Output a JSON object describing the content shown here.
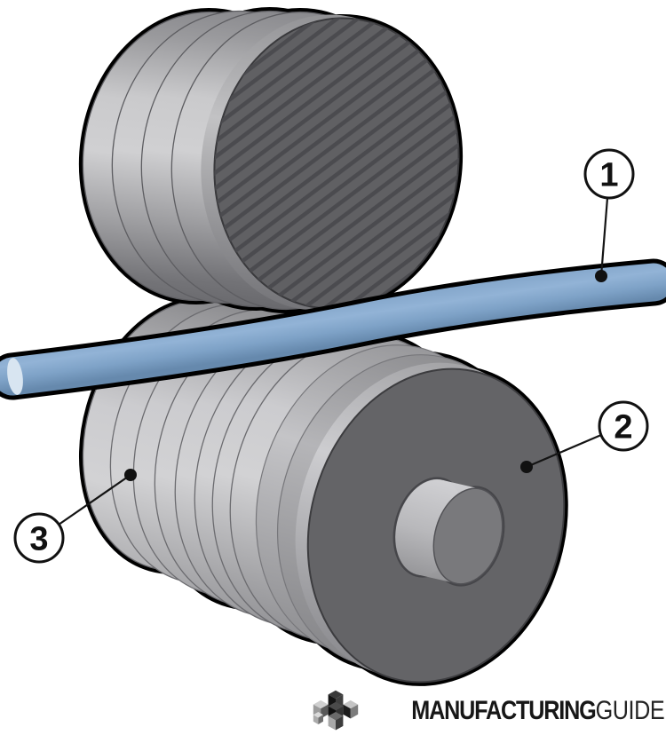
{
  "figure": {
    "type": "technical-illustration",
    "subject": "two grooved rolls with round workpiece passing between them"
  },
  "callouts": [
    {
      "label": "1"
    },
    {
      "label": "2"
    },
    {
      "label": "3"
    }
  ],
  "logo": {
    "brand_primary": "MANUFACTURING",
    "brand_secondary": "GUIDE",
    "icon": "cubes-logo-icon"
  },
  "colors": {
    "workpiece_blue": "#7ca2c8",
    "workpiece_end_cap": "#d8e5f1",
    "roller_highlight": "#d0d0d2",
    "roller_mid_gray": "#a5a5a8",
    "roller_face_dark": "#616164",
    "hatch_line": "#4b4b4f",
    "outline": "#000000",
    "background": "#ffffff"
  }
}
